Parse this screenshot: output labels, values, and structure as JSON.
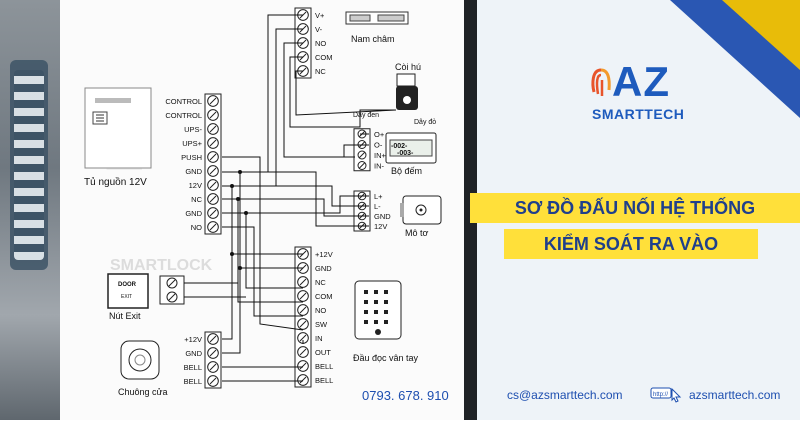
{
  "brand": {
    "logo_main": "AZ",
    "logo_sub": "SMARTTECH",
    "headline_line1": "SƠ ĐỒ ĐẤU NỐI HỆ THỐNG",
    "headline_line2": "KIỂM SOÁT RA VÀO",
    "phone": "0793. 678. 910",
    "email": "cs@azsmarttech.com",
    "url_icon_text": "http://",
    "website": "azsmarttech.com",
    "colors": {
      "blue": "#1e5bbd",
      "yellow": "#ffe03a",
      "navy_corner": "#2a57b3"
    }
  },
  "diagram": {
    "power_supply": {
      "label": "Tủ nguồn 12V",
      "terminals": [
        "CONTROL",
        "CONTROL",
        "UPS-",
        "UPS+",
        "PUSH",
        "GND",
        "12V",
        "NC",
        "GND",
        "NO"
      ]
    },
    "magnet": {
      "label": "Nam châm",
      "terminals": [
        "V+",
        "V-",
        "NO",
        "COM",
        "NC"
      ]
    },
    "reed": {
      "label": "Còi hú",
      "wire_black": "Dây đen",
      "wire_red": "Dây đỏ"
    },
    "counter": {
      "label": "Bộ đếm",
      "terminals": [
        "O+",
        "O-",
        "IN+",
        "IN-"
      ],
      "display_left": "-002-",
      "display_right": "-003-"
    },
    "motor": {
      "label": "Mô tơ",
      "terminals": [
        "L+",
        "L-",
        "GND",
        "12V"
      ]
    },
    "exit_button": {
      "label": "Nút Exit",
      "face_top": "DOOR",
      "face_bottom": "EXIT"
    },
    "reader": {
      "label": "Đầu đọc vân tay",
      "terminals": [
        "+12V",
        "GND",
        "NC",
        "COM",
        "NO",
        "SW",
        "IN",
        "OUT",
        "BELL",
        "BELL"
      ]
    },
    "bell": {
      "label": "Chuông cửa",
      "terminals": [
        "+12V",
        "GND",
        "BELL",
        "BELL"
      ]
    },
    "watermark": "SMARTLOCK"
  }
}
